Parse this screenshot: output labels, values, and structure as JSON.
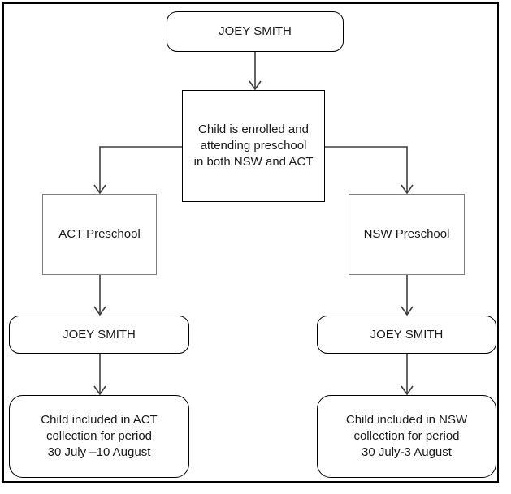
{
  "colors": {
    "primary_box_border": "#000000",
    "secondary_box_border": "#7f7f7f",
    "connector": "#3d3d3d",
    "background": "#ffffff",
    "text": "#1a1a1a"
  },
  "flowchart": {
    "child_top": {
      "label": "JOEY SMITH"
    },
    "enrolment_status": {
      "label": "Child is enrolled and\nattending preschool\nin both NSW and ACT"
    },
    "act_preschool": {
      "label": "ACT Preschool"
    },
    "nsw_preschool": {
      "label": "NSW Preschool"
    },
    "child_act": {
      "label": "JOEY SMITH"
    },
    "child_nsw": {
      "label": "JOEY SMITH"
    },
    "act_collection": {
      "label": "Child included in ACT\ncollection for period\n30 July –10 August"
    },
    "nsw_collection": {
      "label": "Child included in NSW\ncollection for period\n30 July-3 August"
    }
  }
}
